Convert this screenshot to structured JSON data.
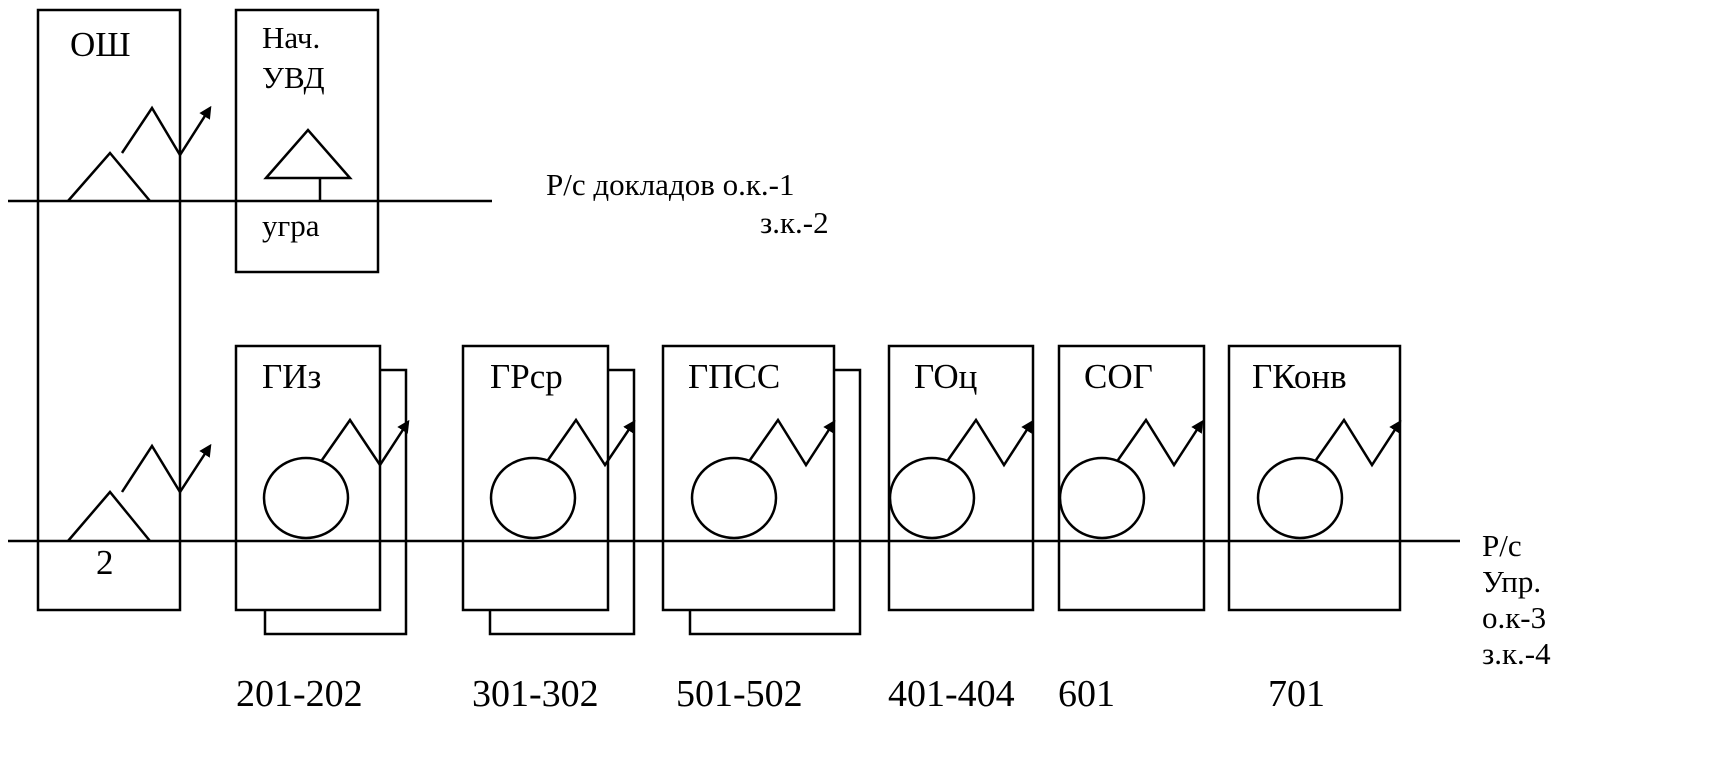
{
  "top_left": {
    "label": "ОШ",
    "bottom_label": "2"
  },
  "chief": {
    "line1": "Нач.",
    "line2": "УВД",
    "bottom_label": "угра"
  },
  "net_reports": {
    "line1": "Р/с докладов о.к.-1",
    "line2": "з.к.-2"
  },
  "net_control": {
    "line1": "Р/с",
    "line2": "Упр.",
    "line3": "о.к-3",
    "line4": "з.к.-4"
  },
  "groups": [
    {
      "label": "ГИз",
      "code": "201-202"
    },
    {
      "label": "ГРср",
      "code": "301-302"
    },
    {
      "label": "ГПСС",
      "code": "501-502"
    },
    {
      "label": "ГОц",
      "code": "401-404"
    },
    {
      "label": "СОГ",
      "code": "601"
    },
    {
      "label": "ГКонв",
      "code": "701"
    }
  ]
}
